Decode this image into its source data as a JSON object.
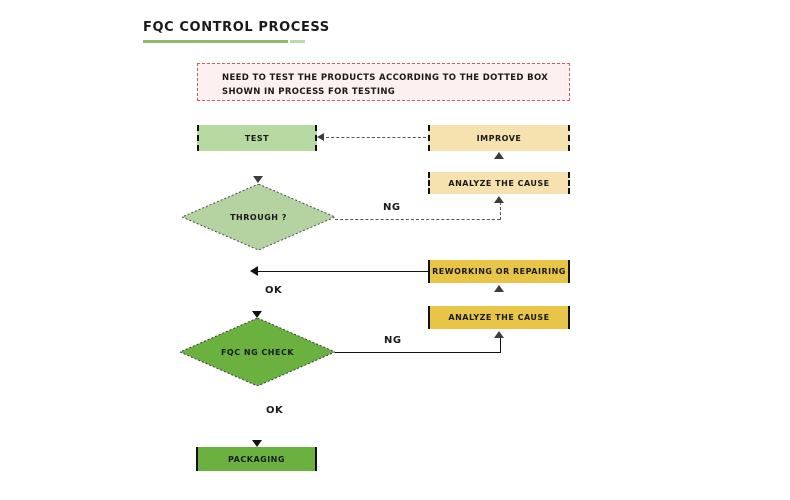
{
  "page": {
    "title": "FQC CONTROL PROCESS",
    "title_rule_color": "#8cba6a"
  },
  "notice": {
    "text": "NEED TO TEST THE PRODUCTS ACCORDING TO THE DOTTED BOX SHOWN IN PROCESS FOR TESTING",
    "background": "#fdf0f0",
    "border_color": "#d05a5a",
    "border_style": "dashed"
  },
  "nodes": {
    "test": {
      "label": "TEST",
      "fill": "#b5d9a0",
      "border_style": "dashed",
      "shape": "rect"
    },
    "improve": {
      "label": "IMPROVE",
      "fill": "#f5e2ae",
      "border_style": "dashed",
      "shape": "rect"
    },
    "analyze_cause_top": {
      "label": "ANALYZE THE CAUSE",
      "fill": "#f5e2ae",
      "border_style": "dashed",
      "shape": "rect"
    },
    "through": {
      "label": "THROUGH ?",
      "fill": "#b5d3a0",
      "shape": "diamond"
    },
    "reworking": {
      "label": "REWORKING OR REPAIRING",
      "fill": "#e8c547",
      "border_style": "solid",
      "shape": "rect"
    },
    "analyze_cause_bottom": {
      "label": "ANALYZE THE CAUSE",
      "fill": "#e8c547",
      "border_style": "solid",
      "shape": "rect"
    },
    "fqc_ng_check": {
      "label": "FQC NG CHECK",
      "fill": "#6ab13f",
      "shape": "diamond"
    },
    "packaging": {
      "label": "PACKAGING",
      "fill": "#6ab13f",
      "border_style": "solid",
      "shape": "rect"
    }
  },
  "edges": {
    "ng_upper_label": "NG",
    "ok_upper_label": "OK",
    "ng_lower_label": "NG",
    "ok_lower_label": "OK"
  },
  "colors": {
    "green_light": "#b5d9a0",
    "green_mid": "#b5d3a0",
    "green_strong": "#6ab13f",
    "yellow_light": "#f5e2ae",
    "yellow_strong": "#e8c547",
    "pink_bg": "#fdf0f0",
    "red_border": "#d05a5a",
    "line_dark": "#111111",
    "line_gray": "#555555"
  }
}
